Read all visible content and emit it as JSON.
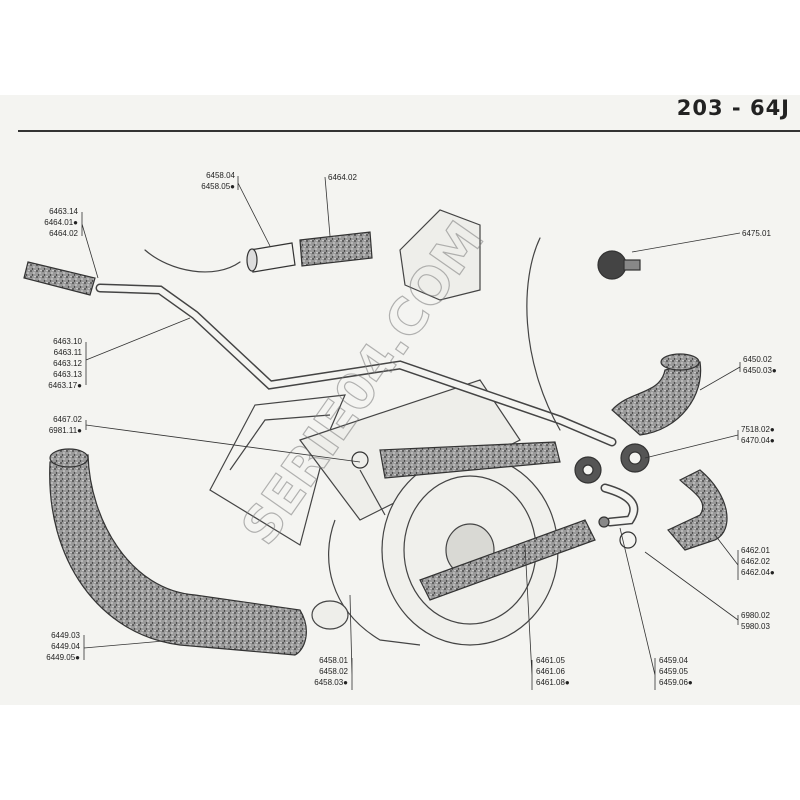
{
  "header": {
    "title": "203 - 64J"
  },
  "watermark": "SERIE04.COM",
  "callouts": [
    {
      "id": "c1",
      "lines": [
        "6463.14",
        "6464.01●",
        "6464.02"
      ]
    },
    {
      "id": "c2",
      "lines": [
        "6458.04",
        "6458.05●"
      ]
    },
    {
      "id": "c3",
      "lines": [
        "6464.02"
      ]
    },
    {
      "id": "c4",
      "lines": [
        "6475.01"
      ]
    },
    {
      "id": "c5",
      "lines": [
        "6463.10",
        "6463.11",
        "6463.12",
        "6463.13",
        "6463.17●"
      ]
    },
    {
      "id": "c6",
      "lines": [
        "6450.02",
        "6450.03●"
      ]
    },
    {
      "id": "c7",
      "lines": [
        "6467.02",
        "6981.11●"
      ]
    },
    {
      "id": "c8",
      "lines": [
        "7518.02●",
        "6470.04●"
      ]
    },
    {
      "id": "c9",
      "lines": [
        "6462.01",
        "6462.02",
        "6462.04●"
      ]
    },
    {
      "id": "c10",
      "lines": [
        "6980.02",
        "5980.03"
      ]
    },
    {
      "id": "c11",
      "lines": [
        "6449.03",
        "6449.04",
        "6449.05●"
      ]
    },
    {
      "id": "c12",
      "lines": [
        "6458.01",
        "6458.02",
        "6458.03●"
      ]
    },
    {
      "id": "c13",
      "lines": [
        "6461.05",
        "6461.06",
        "6461.08●"
      ]
    },
    {
      "id": "c14",
      "lines": [
        "6459.04",
        "6459.05",
        "6459.06●"
      ]
    }
  ]
}
